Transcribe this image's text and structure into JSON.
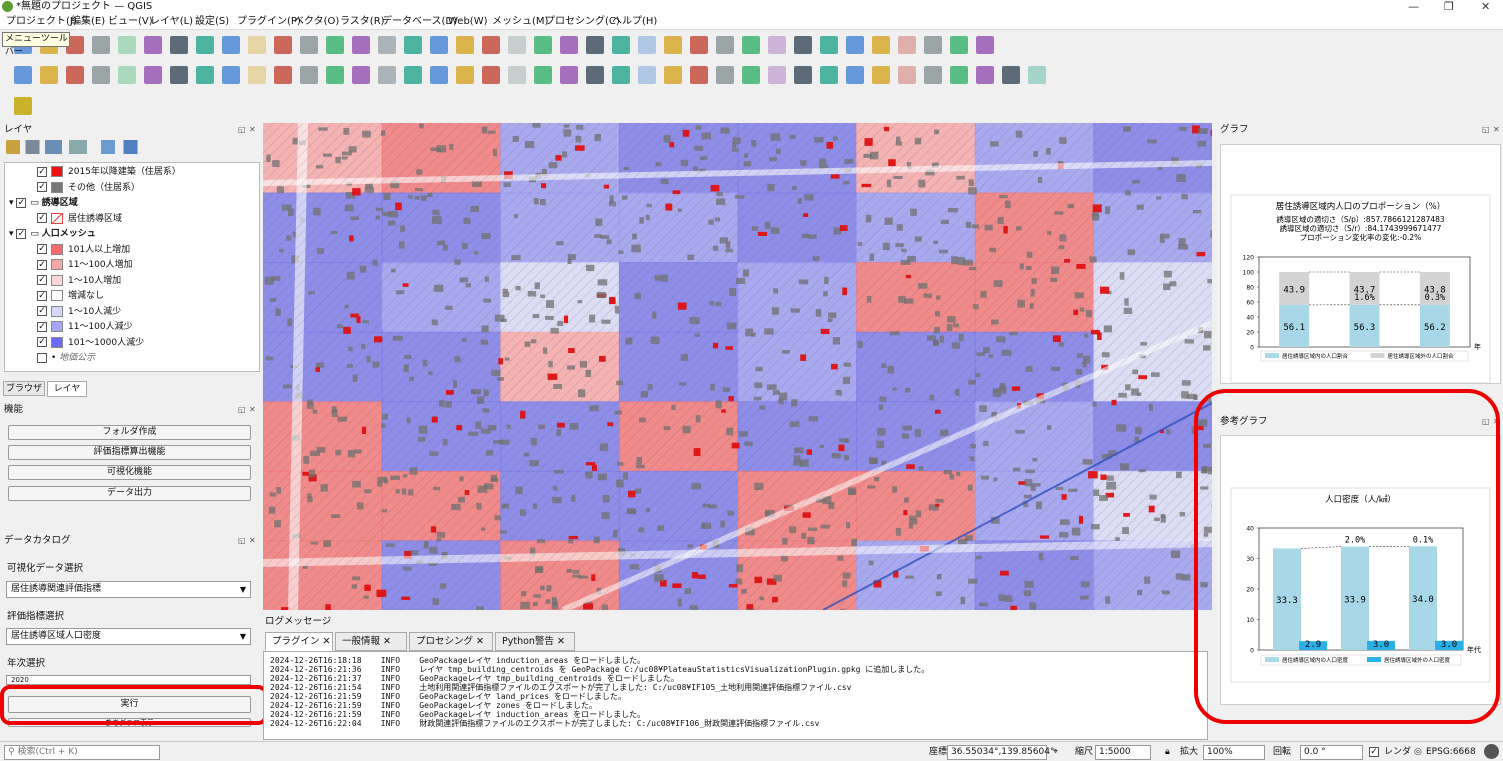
{
  "window": {
    "title": "*無題のプロジェクト — QGIS",
    "controls": [
      "—",
      "❐",
      "✕"
    ]
  },
  "menu": [
    "プロジェクト(J)",
    "編集(E)",
    "ビュー(V)",
    "レイヤ(L)",
    "設定(S)",
    "プラグイン(P)",
    "ベクタ(O)",
    "ラスタ(R)",
    "データベース(D)",
    "Web(W)",
    "メッシュ(M)",
    "プロセシング(C)",
    "ヘルプ(H)"
  ],
  "tooltip": "メニューツールバー",
  "layers_panel": {
    "title": "レイヤ",
    "items": [
      {
        "label": "2015年以降建築（住居系）",
        "color": "#ee1111",
        "checked": true
      },
      {
        "label": "その他（住居系）",
        "color": "#777777",
        "checked": true
      },
      {
        "label": "誘導区域",
        "group": true,
        "checked": true
      },
      {
        "label": "居住誘導区域",
        "hatched": true,
        "checked": true
      },
      {
        "label": "人口メッシュ",
        "group": true,
        "checked": true
      },
      {
        "label": "101人以上増加",
        "color": "#f46a6a",
        "checked": true
      },
      {
        "label": "11〜100人増加",
        "color": "#f7a6a6",
        "checked": true
      },
      {
        "label": "1〜10人増加",
        "color": "#fbd7d7",
        "checked": true
      },
      {
        "label": "増減なし",
        "color": "#ffffff",
        "checked": true
      },
      {
        "label": "1〜10人減少",
        "color": "#d7d7fb",
        "checked": true
      },
      {
        "label": "11〜100人減少",
        "color": "#a6a6f7",
        "checked": true
      },
      {
        "label": "101〜1000人減少",
        "color": "#6a6af4",
        "checked": true
      },
      {
        "label": "地価公示",
        "checked": false
      }
    ],
    "bottom_tabs": [
      "ブラウザ",
      "レイヤ"
    ]
  },
  "function_panel": {
    "title": "機能",
    "buttons": [
      "フォルダ作成",
      "評価指標算出機能",
      "可視化機能",
      "データ出力"
    ]
  },
  "catalog_panel": {
    "title": "データカタログ",
    "viz_label": "可視化データ選択",
    "viz_value": "居住誘導関連評価指標",
    "metric_label": "評価指標選択",
    "metric_value": "居住誘導区域人口密度",
    "year_label": "年次選択",
    "year_value": "2020",
    "run_button": "実行",
    "ref_button": "参考グラフ表示"
  },
  "log_panel": {
    "title": "ログメッセージ",
    "tabs": [
      "プラグイン ✕",
      "一般情報 ✕",
      "プロセシング ✕",
      "Python警告 ✕"
    ],
    "lines": [
      "2024-12-26T16:18:18    INFO    GeoPackageレイヤ induction_areas をロードしました。",
      "2024-12-26T16:21:36    INFO    レイヤ tmp_building_centroids を GeoPackage C:/uc08¥PlateauStatisticsVisualizationPlugin.gpkg に追加しました。",
      "2024-12-26T16:21:37    INFO    GeoPackageレイヤ tmp_building_centroids をロードしました。",
      "2024-12-26T16:21:54    INFO    土地利用関連評価指標ファイルのエクスポートが完了しました: C:/uc08¥IF105_土地利用関連評価指標ファイル.csv",
      "2024-12-26T16:21:59    INFO    GeoPackageレイヤ land_prices をロードしました。",
      "2024-12-26T16:21:59    INFO    GeoPackageレイヤ zones をロードしました。",
      "2024-12-26T16:21:59    INFO    GeoPackageレイヤ induction_areas をロードしました。",
      "2024-12-26T16:22:04    INFO    財政関連評価指標ファイルのエクスポートが完了しました: C:/uc08¥IF106_財政関連評価指標ファイル.csv"
    ]
  },
  "graph_panel": {
    "title": "グラフ",
    "chart_data": {
      "type": "bar",
      "title": "居住誘導区域内人口のプロポーション（%）",
      "subtitle_lines": [
        "誘導区域の適切さ（S/p）:857.7866121287483",
        "誘導区域の適切さ（S/r）:84.1743999671477",
        "プロポーション変化率の変化:-0.2%"
      ],
      "ylim": [
        0,
        120
      ],
      "yticks": [
        "0",
        "20",
        "40",
        "60",
        "80",
        "100",
        "120"
      ],
      "categories": [
        "",
        "",
        ""
      ],
      "series": [
        {
          "name": "居住誘導区域内の人口割合",
          "values": [
            56.1,
            56.3,
            56.2
          ],
          "labels": [
            "56.1",
            "56.3",
            "56.2"
          ],
          "color": "#a8d8e8"
        },
        {
          "name": "居住誘導区域外の人口割合",
          "values": [
            43.9,
            43.7,
            43.8
          ],
          "labels": [
            "43.9",
            "43.7",
            "43.8"
          ],
          "color": "#d3d3d3"
        }
      ],
      "change_labels": [
        "1.6%",
        "0.3%"
      ],
      "xlabel": "年"
    }
  },
  "ref_graph_panel": {
    "title": "参考グラフ",
    "chart_data": {
      "type": "bar",
      "title": "人口密度（人/㎢）",
      "ylim": [
        0,
        40
      ],
      "yticks": [
        "0",
        "10",
        "20",
        "30",
        "40"
      ],
      "categories": [
        "",
        "",
        ""
      ],
      "series": [
        {
          "name": "居住誘導区域内の人口密度",
          "values": [
            33.3,
            33.9,
            34.0
          ],
          "labels": [
            "33.3",
            "33.9",
            "34.0"
          ],
          "color": "#a8d8e8"
        },
        {
          "name": "居住誘導区域外の人口密度",
          "values": [
            2.9,
            3.0,
            3.0
          ],
          "labels": [
            "2.9",
            "3.0",
            "3.0"
          ],
          "color": "#2ab0e8"
        }
      ],
      "change_labels": [
        "2.0%",
        "0.1%"
      ],
      "xlabel": "年代"
    }
  },
  "statusbar": {
    "search_placeholder": "検索(Ctrl + K)",
    "coord_label": "座標",
    "coord_value": "36.55034°,139.85604°",
    "scale_label": "縮尺",
    "scale_value": "1:5000",
    "zoom_label": "拡大",
    "zoom_value": "100%",
    "rotation_label": "回転",
    "rotation_value": "0.0 °",
    "render_label": "レンダ",
    "crs": "EPSG:6668"
  },
  "colors": {
    "increase": "#f46a6a",
    "decrease": "#6a6af4",
    "highlight": "#ee0000"
  }
}
